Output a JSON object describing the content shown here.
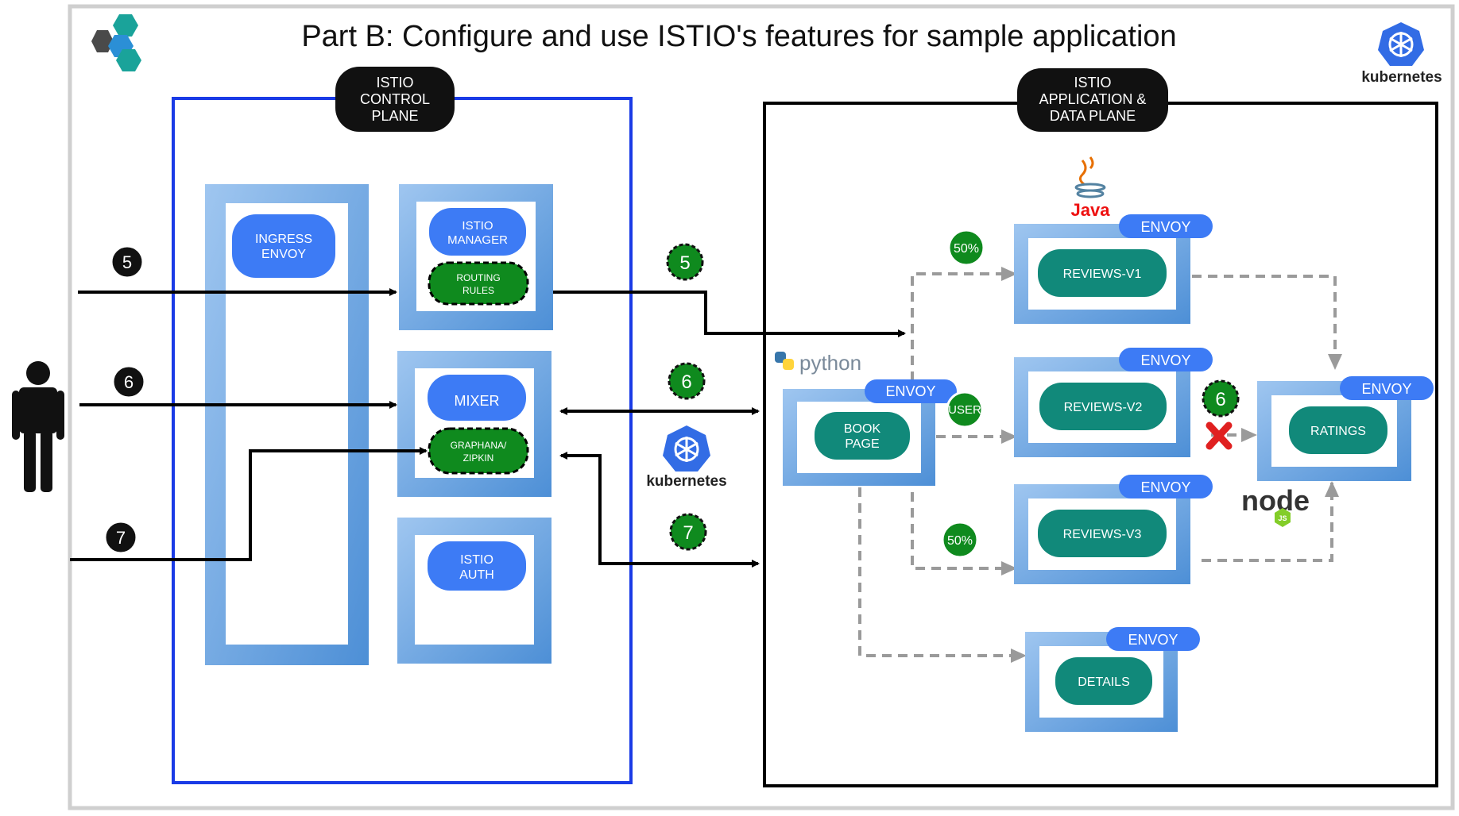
{
  "title": "Part B: Configure and use ISTIO's features for sample application",
  "control_plane": {
    "label_lines": [
      "ISTIO",
      "CONTROL",
      "PLANE"
    ],
    "ingress_envoy_lines": [
      "INGRESS",
      "ENVOY"
    ],
    "istio_manager_lines": [
      "ISTIO",
      "MANAGER"
    ],
    "routing_rules_lines": [
      "ROUTING",
      "RULES"
    ],
    "mixer": "MIXER",
    "graphana_zipkin_lines": [
      "GRAPHANA/",
      "ZIPKIN"
    ],
    "istio_auth_lines": [
      "ISTIO",
      "AUTH"
    ]
  },
  "data_plane": {
    "label_lines": [
      "ISTIO",
      "APPLICATION &",
      "DATA PLANE"
    ],
    "envoy": "ENVOY",
    "book_page_lines": [
      "BOOK",
      "PAGE"
    ],
    "reviews_v1": "REVIEWS-V1",
    "reviews_v2": "REVIEWS-V2",
    "reviews_v3": "REVIEWS-V3",
    "ratings": "RATINGS",
    "details": "DETAILS",
    "weight_v1": "50%",
    "weight_v3": "50%",
    "user_tag": "USER"
  },
  "steps": {
    "left": [
      "5",
      "6",
      "7"
    ],
    "middle": [
      "5",
      "6",
      "7"
    ],
    "right": [
      "6"
    ]
  },
  "logos": {
    "kubernetes": "kubernetes",
    "python": "python",
    "java": "Java",
    "node": "node",
    "node_js": "JS",
    "java_icon": "java-cup-icon",
    "kube_icon": "kubernetes-wheel-icon",
    "python_icon": "python-snake-icon",
    "ibm_icon": "hexagon-cluster-logo"
  },
  "colors": {
    "box_blue": "#5b9bd5",
    "pill_blue": "#3d7bf5",
    "pill_green": "#11897a",
    "badge_green": "#0f8a1e",
    "control_border": "#1a3be6",
    "dark_badge": "#111111",
    "dashed_gray": "#9a9a9a",
    "error_red": "#e02020"
  }
}
